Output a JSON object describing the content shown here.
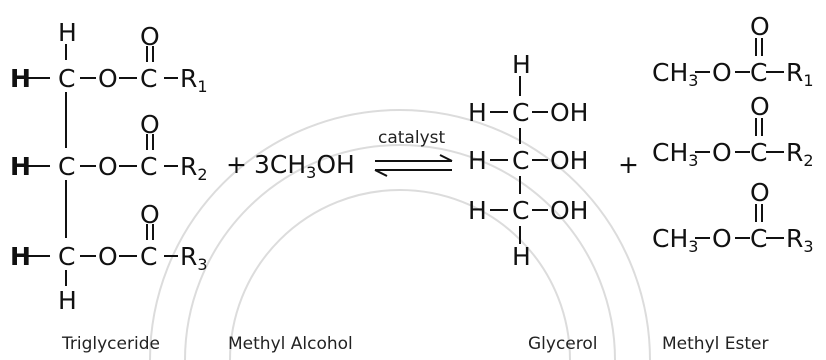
{
  "atoms": {
    "H": "H",
    "C": "C",
    "O": "O",
    "R1": "R",
    "R2": "R",
    "R3": "R",
    "sub1": "1",
    "sub2": "2",
    "sub3": "3",
    "OH": "OH",
    "ch3_base": "CH",
    "ch3_sub": "3"
  },
  "reaction": {
    "plus": "+",
    "reagent_coeff": "3CH",
    "reagent_sub": "3",
    "reagent_tail": "OH",
    "catalyst": "catalyst"
  },
  "labels": {
    "triglyceride": "Triglyceride",
    "methyl_alcohol": "Methyl Alcohol",
    "glycerol": "Glycerol",
    "methyl_ester": "Methyl Ester"
  },
  "colors": {
    "ink": "#111111",
    "watermark": "#d9d9d9"
  }
}
